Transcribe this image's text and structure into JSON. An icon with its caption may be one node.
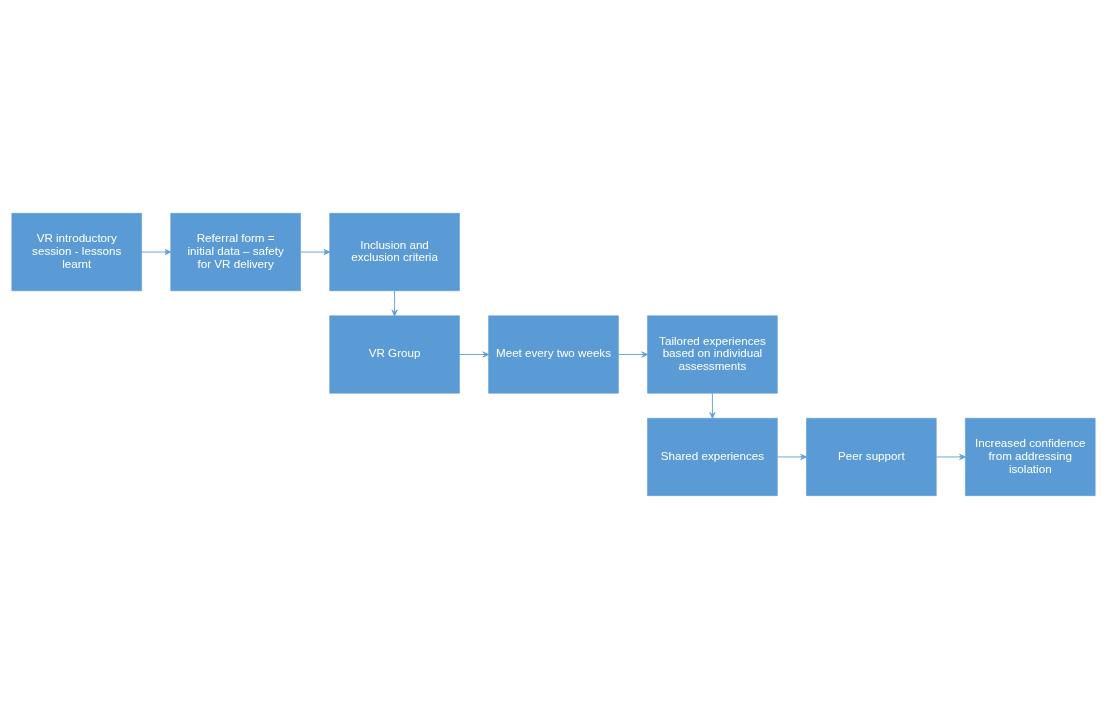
{
  "diagram": {
    "nodes": [
      {
        "text": [
          "VR introductory session - lessons learnt"
        ]
      },
      {
        "text": [
          "Referral form = initial data – safety for VR delivery"
        ]
      },
      {
        "text": [
          "Inclusion and exclusion criteria"
        ]
      },
      {
        "text": [
          "VR Group"
        ]
      },
      {
        "text": [
          "Meet every two weeks"
        ]
      },
      {
        "text": [
          "Tailored experiences based on individual assessments"
        ]
      },
      {
        "text": [
          "Shared experiences"
        ]
      },
      {
        "text": [
          "Peer support"
        ]
      },
      {
        "text": [
          "Increased confidence from addressing isolation"
        ]
      }
    ],
    "edges": [
      {
        "from": 0,
        "to": 1,
        "arrow": "to"
      },
      {
        "from": 1,
        "to": 2,
        "arrow": "to"
      },
      {
        "from": 2,
        "to": 3,
        "arrow": "to"
      },
      {
        "from": 3,
        "to": 4,
        "arrow": "to"
      },
      {
        "from": 4,
        "to": 5,
        "arrow": "to"
      },
      {
        "from": 5,
        "to": 6,
        "arrow": "to"
      },
      {
        "from": 6,
        "to": 7,
        "arrow": "to"
      },
      {
        "from": 7,
        "to": 8,
        "arrow": "to"
      }
    ]
  }
}
